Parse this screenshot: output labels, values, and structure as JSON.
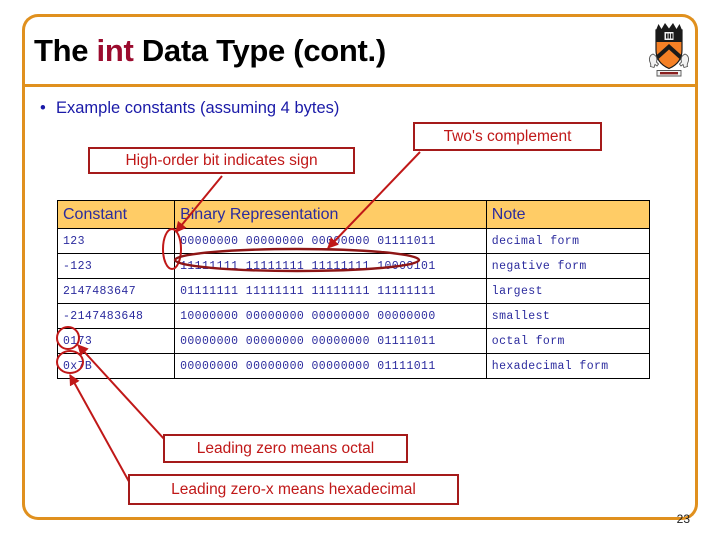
{
  "slide": {
    "title_prefix": "The ",
    "title_keyword": "int",
    "title_suffix": " Data Type (cont.)",
    "page_number": "23",
    "frame_color": "#E0901E",
    "keyword_color": "#9B0B2E",
    "bullet_color": "#1A1AA8",
    "annotation_color": "#C01818",
    "table_header_bg": "#FFCC66",
    "table_text_color": "#2B2B9E"
  },
  "logo": {
    "name": "princeton-shield-logo",
    "shield_color": "#F58025",
    "chevron_color": "#1A1A1A"
  },
  "bullet": {
    "marker": "•",
    "text": "Example constants (assuming 4 bytes)"
  },
  "callouts": {
    "twos_complement": "Two's complement",
    "high_order_bit": "High-order bit indicates sign",
    "leading_zero_octal": "Leading zero means octal",
    "leading_zero_x_hex": "Leading zero-x means hexadecimal"
  },
  "table": {
    "headers": [
      "Constant",
      "Binary Representation",
      "Note"
    ],
    "rows": [
      {
        "constant": "123",
        "binary": "00000000 00000000 00000000 01111011",
        "note": "decimal form"
      },
      {
        "constant": "-123",
        "binary": "11111111 11111111 11111111 10000101",
        "note": "negative form"
      },
      {
        "constant": "2147483647",
        "binary": "01111111 11111111 11111111 11111111",
        "note": "largest"
      },
      {
        "constant": "-2147483648",
        "binary": "10000000 00000000 00000000 00000000",
        "note": "smallest"
      },
      {
        "constant": "0173",
        "binary": "00000000 00000000 00000000 01111011",
        "note": "octal form"
      },
      {
        "constant": "0x7B",
        "binary": "00000000 00000000 00000000 01111011",
        "note": "hexadecimal form"
      }
    ]
  }
}
